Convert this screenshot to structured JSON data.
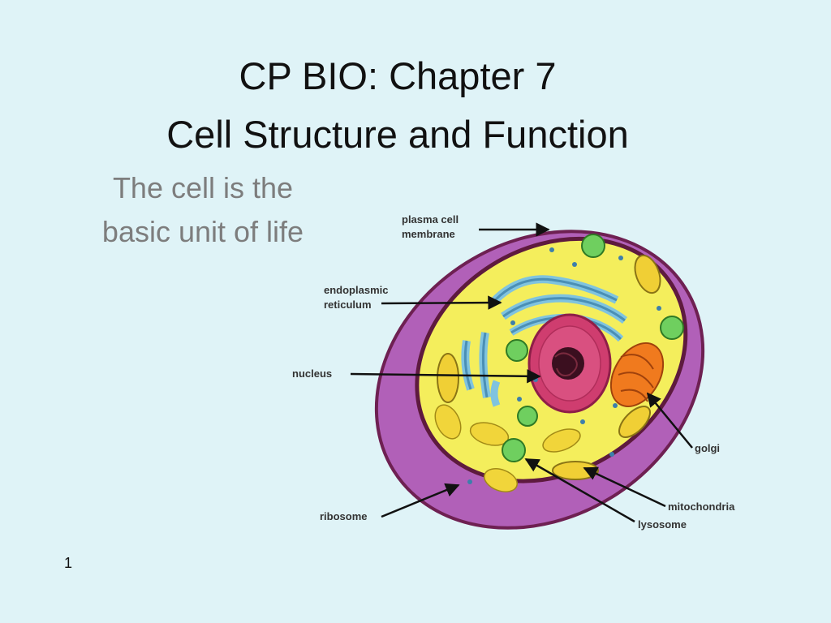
{
  "slide": {
    "title_line1": "CP BIO:  Chapter 7",
    "title_line2": "Cell Structure and Function",
    "subtitle_line1": "The cell is the",
    "subtitle_line2": "basic unit of life",
    "page_number": "1"
  },
  "diagram": {
    "labels": {
      "plasma_line1": "plasma cell",
      "plasma_line2": "membrane",
      "er_line1": "endoplasmic",
      "er_line2": "reticulum",
      "nucleus": "nucleus",
      "golgi": "golgi",
      "mitochondria": "mitochondria",
      "lysosome": "lysosome",
      "ribosome": "ribosome"
    },
    "colors": {
      "cytoplasm": "#f4ee5c",
      "membrane": "#b160b8",
      "membrane_edge": "#6e2052",
      "nucleus": "#cf3d6f",
      "golgi": "#f07a1e",
      "mitochondria": "#f0cf35",
      "lysosome": "#6fcf5f",
      "er": "#7fc3df"
    }
  }
}
